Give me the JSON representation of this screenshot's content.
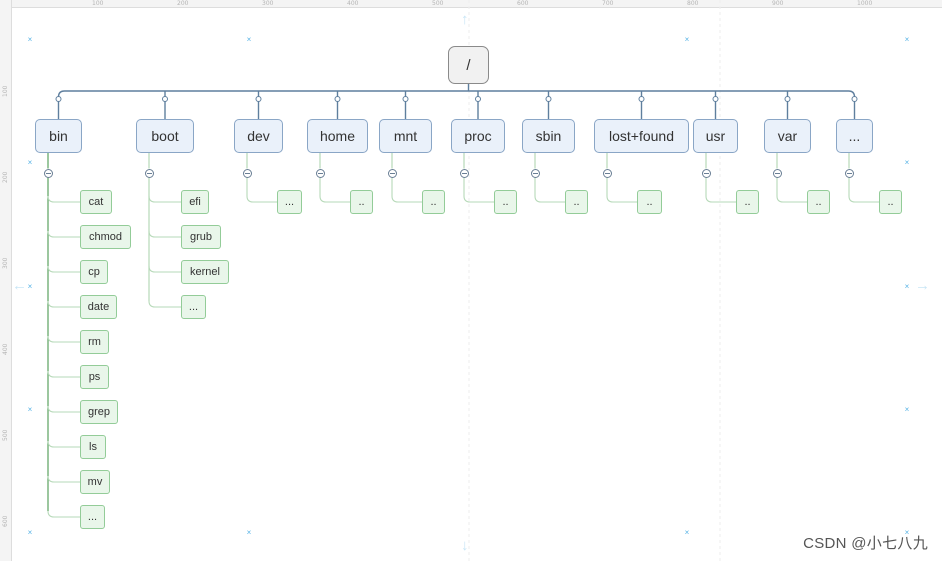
{
  "rulers": {
    "top_ticks": [
      "100",
      "200",
      "300",
      "400",
      "500",
      "600",
      "700",
      "800",
      "900",
      "1000"
    ],
    "left_ticks": [
      "100",
      "200",
      "300",
      "400",
      "500",
      "600"
    ]
  },
  "tree": {
    "root": "/",
    "children": [
      {
        "label": "bin",
        "children": [
          "cat",
          "chmod",
          "cp",
          "date",
          "rm",
          "ps",
          "grep",
          "ls",
          "mv",
          "..."
        ]
      },
      {
        "label": "boot",
        "children": [
          "efi",
          "grub",
          "kernel",
          "..."
        ]
      },
      {
        "label": "dev",
        "children": [
          "..."
        ]
      },
      {
        "label": "home",
        "children": [
          ".."
        ]
      },
      {
        "label": "mnt",
        "children": [
          ".."
        ]
      },
      {
        "label": "proc",
        "children": [
          ".."
        ]
      },
      {
        "label": "sbin",
        "children": [
          ".."
        ]
      },
      {
        "label": "lost+found",
        "children": [
          ".."
        ]
      },
      {
        "label": "usr",
        "children": [
          ".."
        ]
      },
      {
        "label": "var",
        "children": [
          ".."
        ]
      },
      {
        "label": "...",
        "children": [
          ".."
        ]
      }
    ]
  },
  "colors": {
    "root_border": "#8a8a8a",
    "main_connector": "#5f7f9e",
    "bin_connector": "#5aa25f",
    "leaf_connector": "#b6d9b8",
    "leaf_fill": "#e9f6ea",
    "main_fill": "#eaf1fa",
    "marker": "#57b3e6"
  },
  "watermark": "CSDN @小七八九"
}
